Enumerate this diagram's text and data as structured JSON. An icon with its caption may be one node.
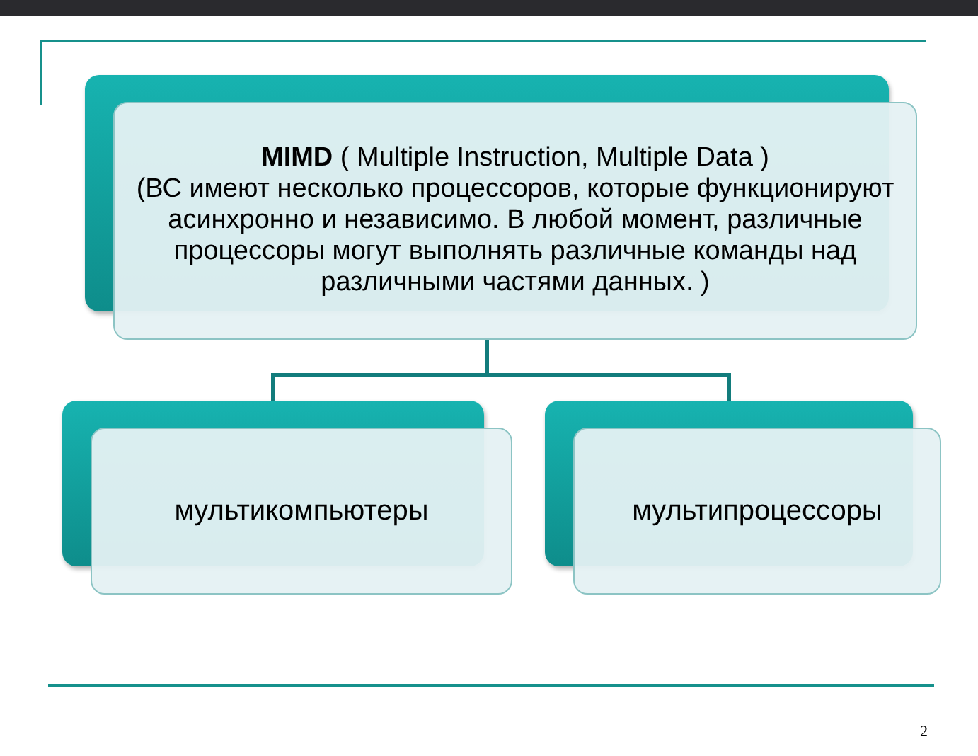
{
  "diagram": {
    "nodes": [
      {
        "text": [
          "**MIMD** ( Multiple Instruction, Multiple Data )",
          "(ВС имеют несколько процессоров, которые функционируют асинхронно и независимо. В любой момент, различные процессоры могут выполнять различные команды над различными частями данных. )"
        ]
      },
      {
        "text": [
          "мультикомпьютеры"
        ]
      },
      {
        "text": [
          "мультипроцессоры"
        ]
      }
    ],
    "edges": [
      {
        "from": 0,
        "to": 1,
        "arrow": "none"
      },
      {
        "from": 0,
        "to": 2,
        "arrow": "none"
      }
    ],
    "labels": [
      "2"
    ]
  }
}
